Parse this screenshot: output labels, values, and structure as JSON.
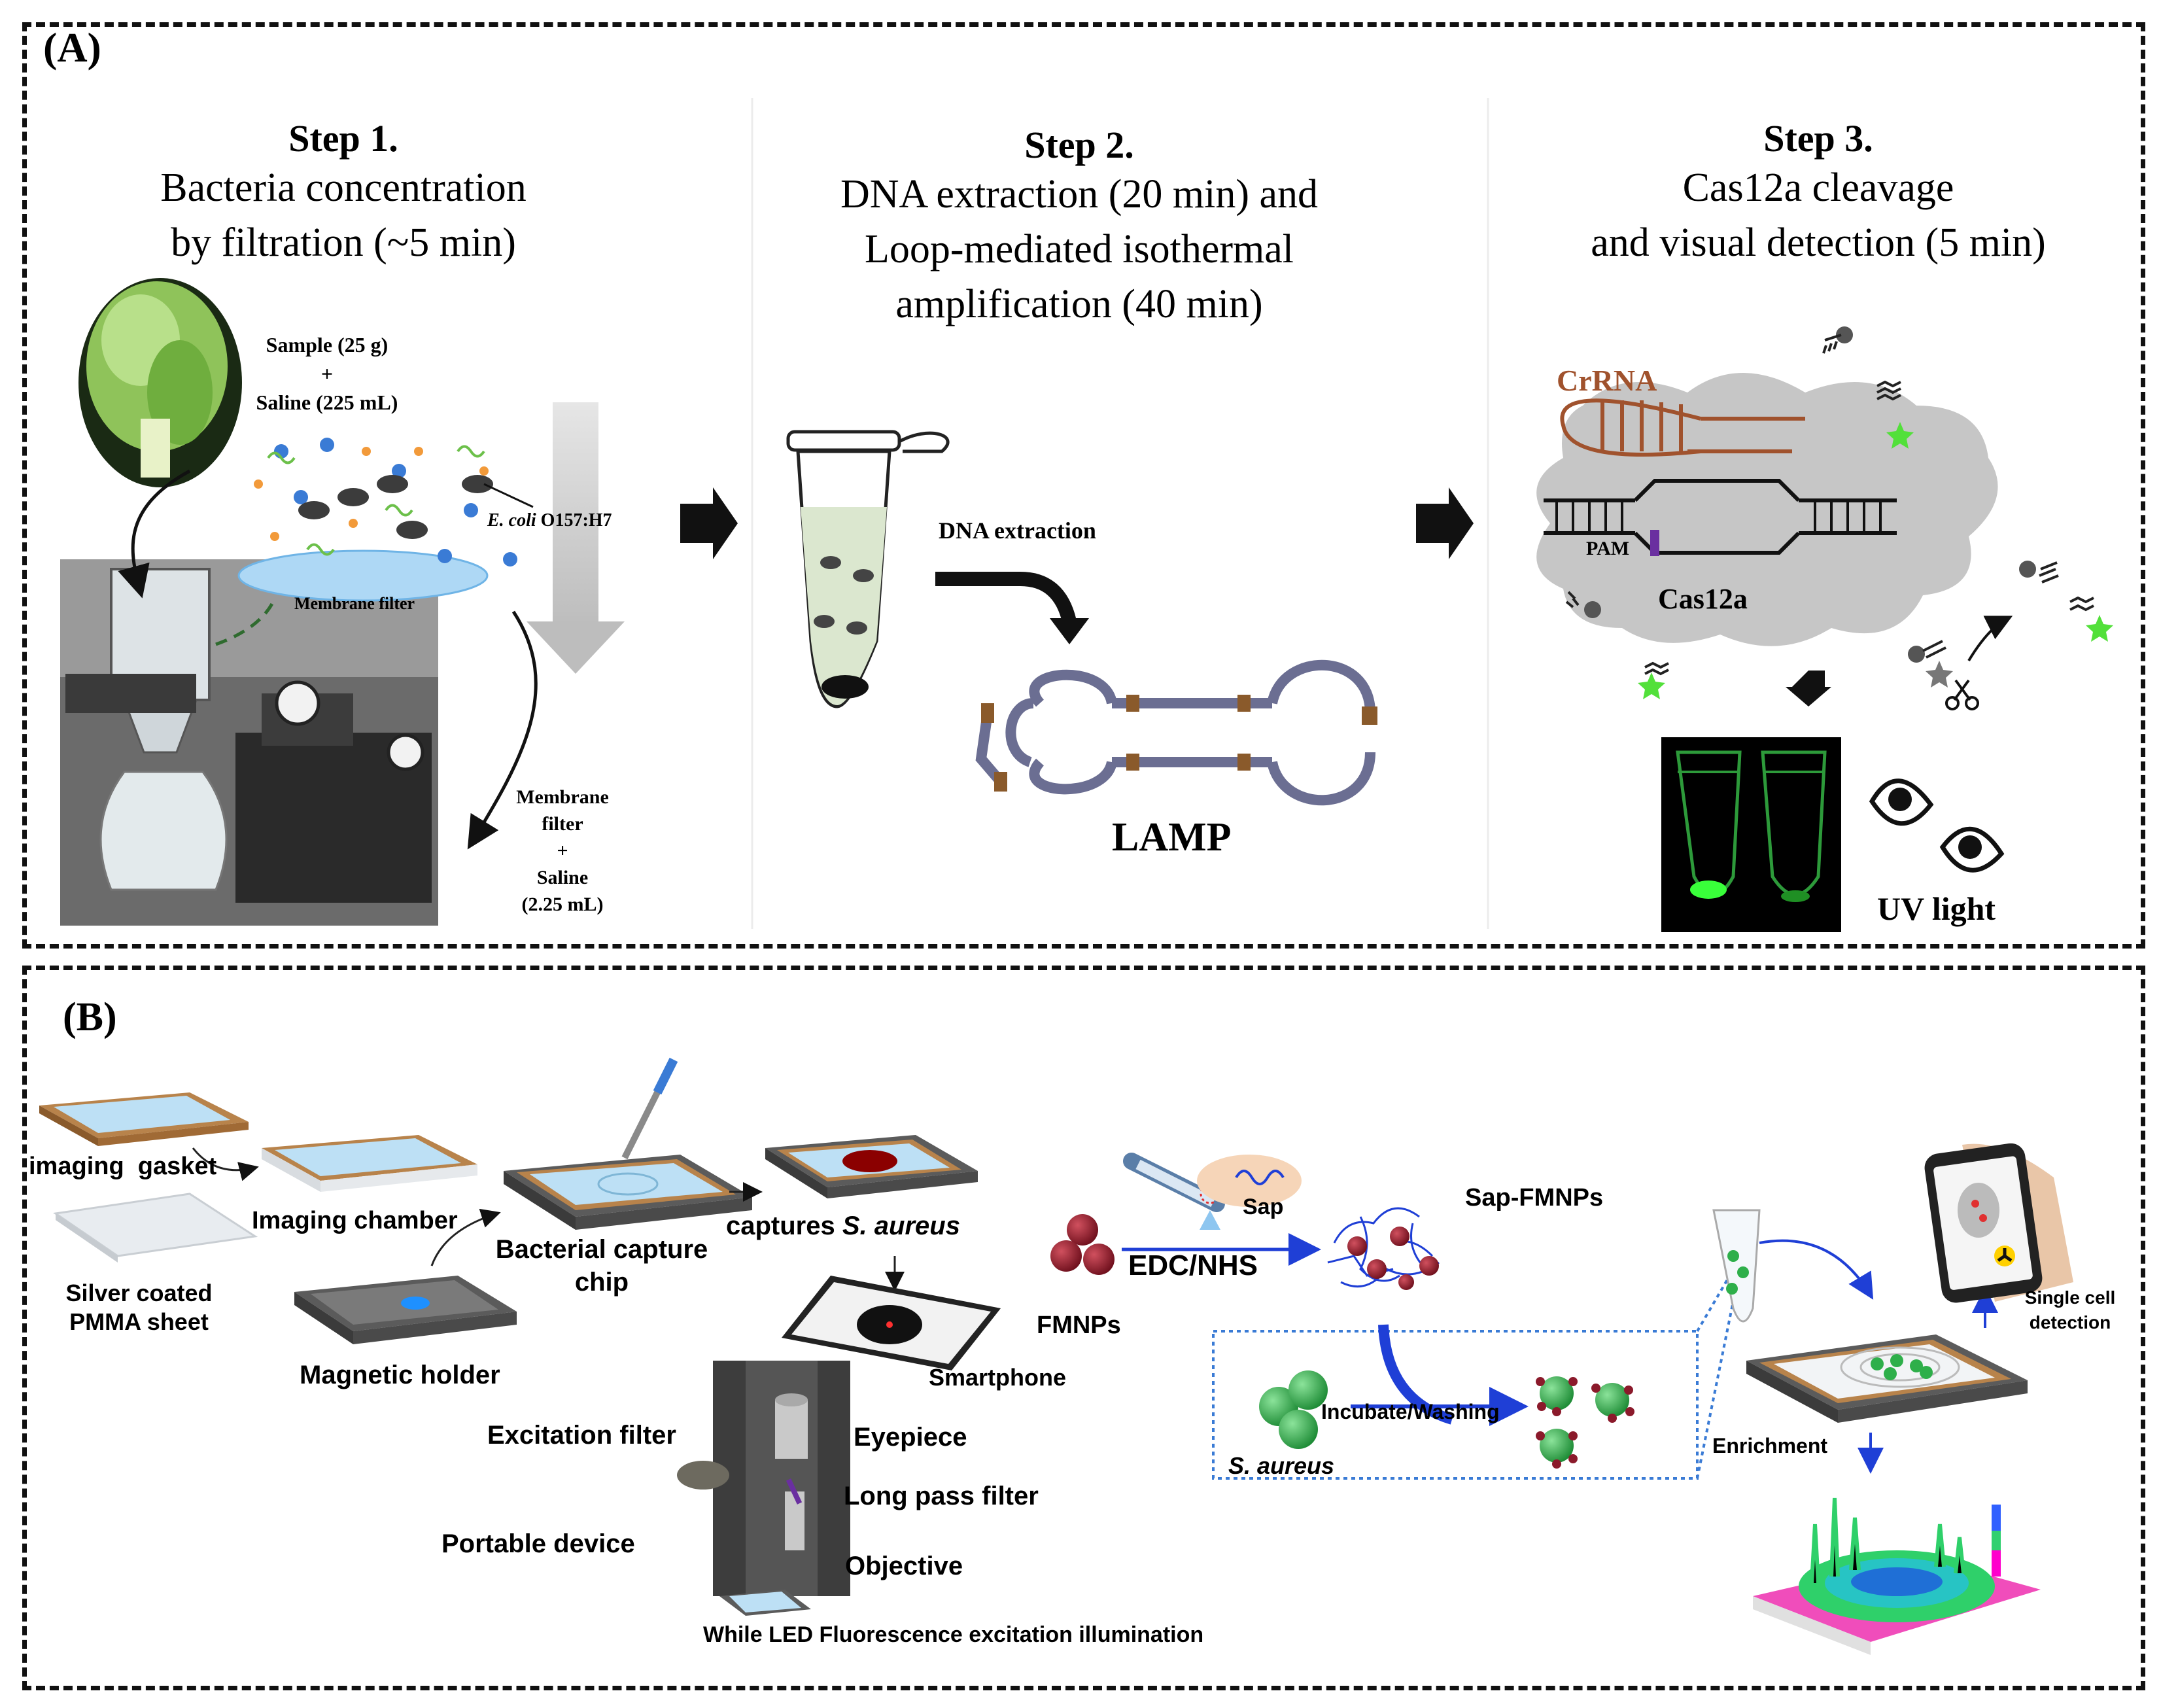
{
  "panel_a": {
    "label": "(A)",
    "steps": [
      {
        "title": "Step 1.",
        "lines": [
          "Bacteria concentration",
          "by filtration (~5 min)"
        ]
      },
      {
        "title": "Step 2.",
        "lines": [
          "DNA extraction (20 min) and",
          "Loop-mediated isothermal",
          "amplification (40 min)"
        ]
      },
      {
        "title": "Step 3.",
        "lines": [
          "Cas12a cleavage",
          "and visual detection (5 min)"
        ]
      }
    ],
    "step1": {
      "sample_line1": "Sample (25 g)",
      "plus1": "+",
      "sample_line2": "Saline (225 mL)",
      "ecoli_italic": "E. coli",
      "ecoli_strain": " O157:H7",
      "membrane_filter": "Membrane filter",
      "out_line1": "Membrane",
      "out_line2": "filter",
      "out_plus": "+",
      "out_line3": "Saline",
      "out_line4": "(2.25 mL)"
    },
    "step2": {
      "dna_extraction": "DNA extraction",
      "lamp": "LAMP"
    },
    "step3": {
      "crrna": "CrRNA",
      "pam": "PAM",
      "cas12a": "Cas12a",
      "uv_light": "UV light"
    }
  },
  "panel_b": {
    "label": "(B)",
    "labels": {
      "imaging_gasket": "imaging  gasket",
      "imaging_chamber": "Imaging chamber",
      "silver_line1": "Silver coated",
      "silver_line2": "PMMA sheet",
      "magnetic_holder": "Magnetic holder",
      "capture_line1": "Bacterial capture",
      "capture_line2": "chip",
      "captures_prefix": "captures ",
      "captures_italic": "S. aureus",
      "smartphone": "Smartphone",
      "excitation_filter": "Excitation filter",
      "eyepiece": "Eyepiece",
      "long_pass_filter": "Long pass filter",
      "portable_device": "Portable device",
      "objective": "Objective",
      "led_caption": "While LED Fluorescence excitation illumination",
      "sap": "Sap",
      "edc_nhs": "EDC/NHS",
      "fmnps": "FMNPs",
      "sap_fmnps": "Sap-FMNPs",
      "incubate": "Incubate/Washing",
      "s_aureus": "S. aureus",
      "enrichment": "Enrichment",
      "single_line1": "Single cell",
      "single_line2": "detection"
    }
  },
  "colors": {
    "border": "#111111",
    "green_fluor": "#39ff3a",
    "lamp_loop": "#6b6e92",
    "lamp_mark": "#8a5a2b",
    "crrna": "#a0522d",
    "membrane": "#aed8f5",
    "blue_arrow": "#1f3fd6",
    "bead_red": "#8b1a2b",
    "bead_green": "#2eaf4a"
  }
}
